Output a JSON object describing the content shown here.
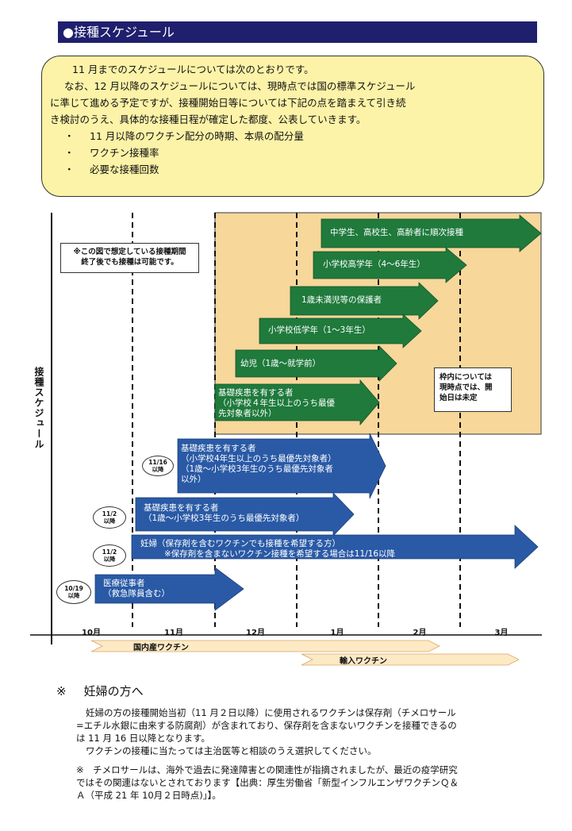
{
  "header": {
    "title": "●接種スケジュール"
  },
  "notice": {
    "line1": "11 月までのスケジュールについては次のとおりです。",
    "line2": "なお、12 月以降のスケジュールについては、現時点では国の標準スケジュール",
    "line3": "に準じて進める予定ですが、接種開始日等については下記の点を踏まえて引き続",
    "line4": "き検討のうえ、具体的な接種日程が確定した都度、公表していきます。",
    "bullets": [
      {
        "mark": "・",
        "text": "11 月以降のワクチン配分の時期、本県の配分量"
      },
      {
        "mark": "・",
        "text": "ワクチン接種率"
      },
      {
        "mark": "・",
        "text": "必要な接種回数"
      }
    ]
  },
  "chart": {
    "y_title": "接種スケジュール",
    "note_line1": "※この図で想定している接種期間",
    "note_line2": "終了後でも接種は可能です。",
    "frame_note_line1": "枠内については",
    "frame_note_line2": "現時点では、開",
    "frame_note_line3": "始日は未定",
    "months": [
      "10月",
      "11月",
      "12月",
      "1月",
      "2月",
      "3月"
    ],
    "green_arrows": [
      {
        "lines": [
          "中学生、高校生、高齢者に順次接種"
        ]
      },
      {
        "lines": [
          "小学校高学年（4～6年生）"
        ]
      },
      {
        "lines": [
          "1歳未満児等の保護者"
        ]
      },
      {
        "lines": [
          "小学校低学年（1～3年生）"
        ]
      },
      {
        "lines": [
          "幼児（1歳～就学前）"
        ]
      },
      {
        "lines": [
          "基礎疾患を有する者",
          "（小学校４年生以上のうち最優",
          "先対象者以外）"
        ]
      }
    ],
    "blue_arrows": [
      {
        "lines": [
          "基礎疾患を有する者",
          "（小学校4年生以上のうち最優先対象者）",
          "（1歳～小学校3年生のうち最優先対象者",
          "以外）"
        ]
      },
      {
        "lines": [
          "基礎疾患を有する者",
          "（1歳～小学校3年生のうち最優先対象者）"
        ]
      },
      {
        "lines": [
          "妊婦（保存剤を含むワクチンでも接種を希望する方）",
          "※保存剤を含まないワクチン接種を希望する場合は11/16以降"
        ]
      },
      {
        "lines": [
          "医療従事者",
          "（救急隊員含む）"
        ]
      }
    ],
    "date_badges": [
      {
        "top": "11/16",
        "bottom": "以降"
      },
      {
        "top": "11/2",
        "bottom": "以降"
      },
      {
        "top": "11/2",
        "bottom": "以降"
      },
      {
        "top": "10/19",
        "bottom": "以降"
      }
    ],
    "vaccines": {
      "domestic": "国内産ワクチン",
      "imported": "輸入ワクチン"
    }
  },
  "pregnant_section": {
    "mark": "※",
    "title": "妊婦の方へ",
    "p1_l1": "妊婦の方の接種開始当初（11 月２日以降）に使用されるワクチンは保存剤（チメロサール",
    "p1_l2": "=エチル水銀に由来する防腐剤）が含まれており、保存剤を含まないワクチンを接種できるの",
    "p1_l3": "は 11 月 16 日以降となります。",
    "p2": "ワクチンの接種に当たっては主治医等と相談のうえ選択してください。",
    "p3_l1": "※　チメロサールは、海外で過去に発達障害との関連性が指摘されましたが、最近の疫学研究",
    "p3_l2": "ではその関連はないとされております【出典：厚生労働省「新型インフルエンザワクチンＱ＆",
    "p3_l3": "Ａ（平成 21 年 10月２日時点)」】。"
  },
  "colors": {
    "header_bg": "#1f1f6e",
    "notice_bg": "#fcf3a8",
    "frame_bg": "#f7d79a",
    "green": "#1f7a3c",
    "blue": "#2a5aa6",
    "vaccine_arrow": "#fde9c4"
  }
}
